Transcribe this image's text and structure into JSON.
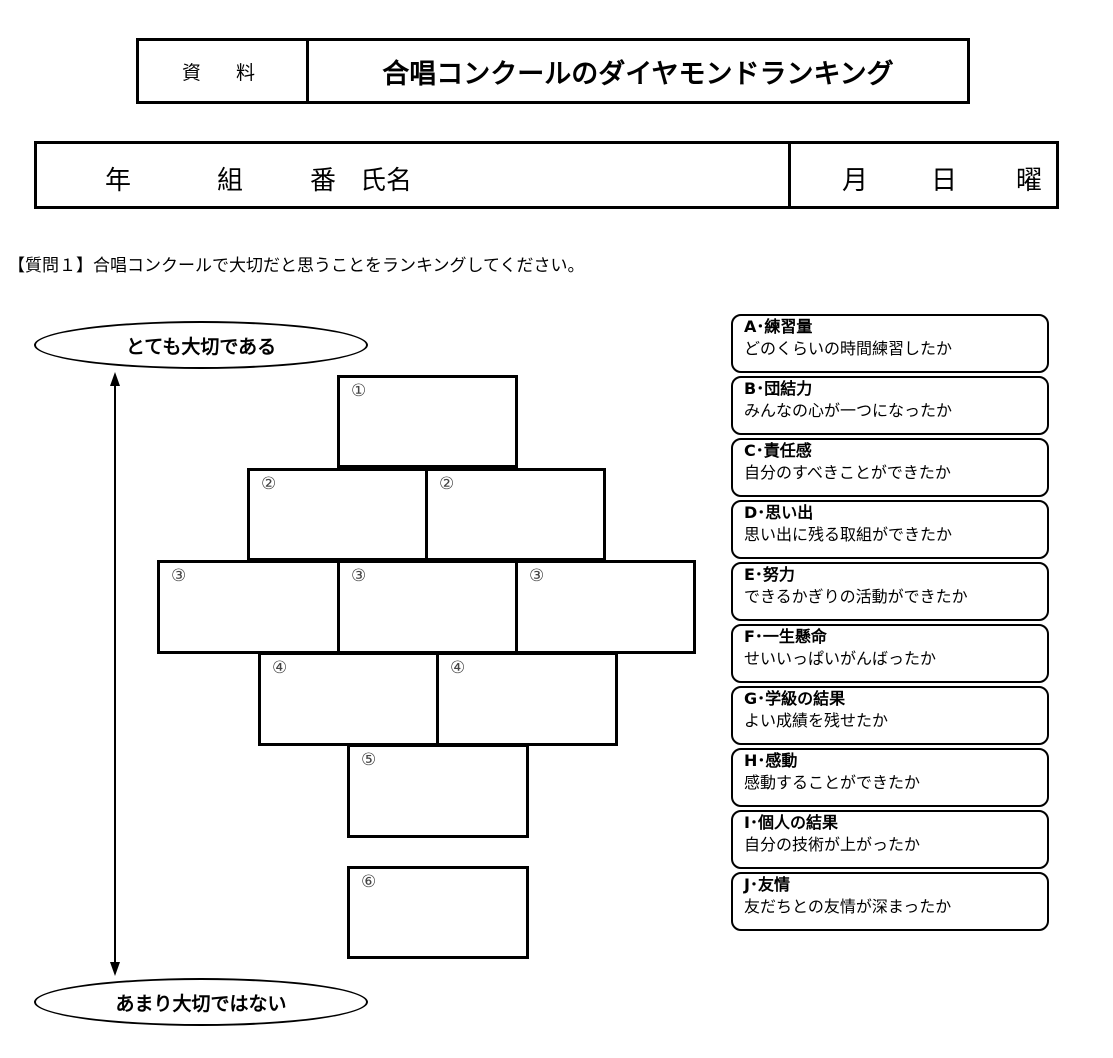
{
  "header": {
    "label": "資　料",
    "title": "合唱コンクールのダイヤモンドランキング"
  },
  "name_row": {
    "year": "年",
    "class": "組",
    "number": "番",
    "name": "氏名",
    "month": "月",
    "day": "日",
    "weekday": "曜"
  },
  "question": "【質問１】合唱コンクールで大切だと思うことをランキングしてください。",
  "scale": {
    "top": "とても大切である",
    "bottom": "あまり大切ではない"
  },
  "ranks": [
    "①",
    "②",
    "②",
    "③",
    "③",
    "③",
    "④",
    "④",
    "⑤",
    "⑥"
  ],
  "options": [
    {
      "title": "A･練習量",
      "desc": "どのくらいの時間練習したか"
    },
    {
      "title": "B･団結力",
      "desc": "みんなの心が一つになったか"
    },
    {
      "title": "C･責任感",
      "desc": "自分のすべきことができたか"
    },
    {
      "title": "D･思い出",
      "desc": "思い出に残る取組ができたか"
    },
    {
      "title": "E･努力",
      "desc": "できるかぎりの活動ができたか"
    },
    {
      "title": "F･一生懸命",
      "desc": "せいいっぱいがんばったか"
    },
    {
      "title": "G･学級の結果",
      "desc": "よい成績を残せたか"
    },
    {
      "title": "H･感動",
      "desc": "感動することができたか"
    },
    {
      "title": "I･個人の結果",
      "desc": "自分の技術が上がったか"
    },
    {
      "title": "J･友情",
      "desc": "友だちとの友情が深まったか"
    }
  ]
}
